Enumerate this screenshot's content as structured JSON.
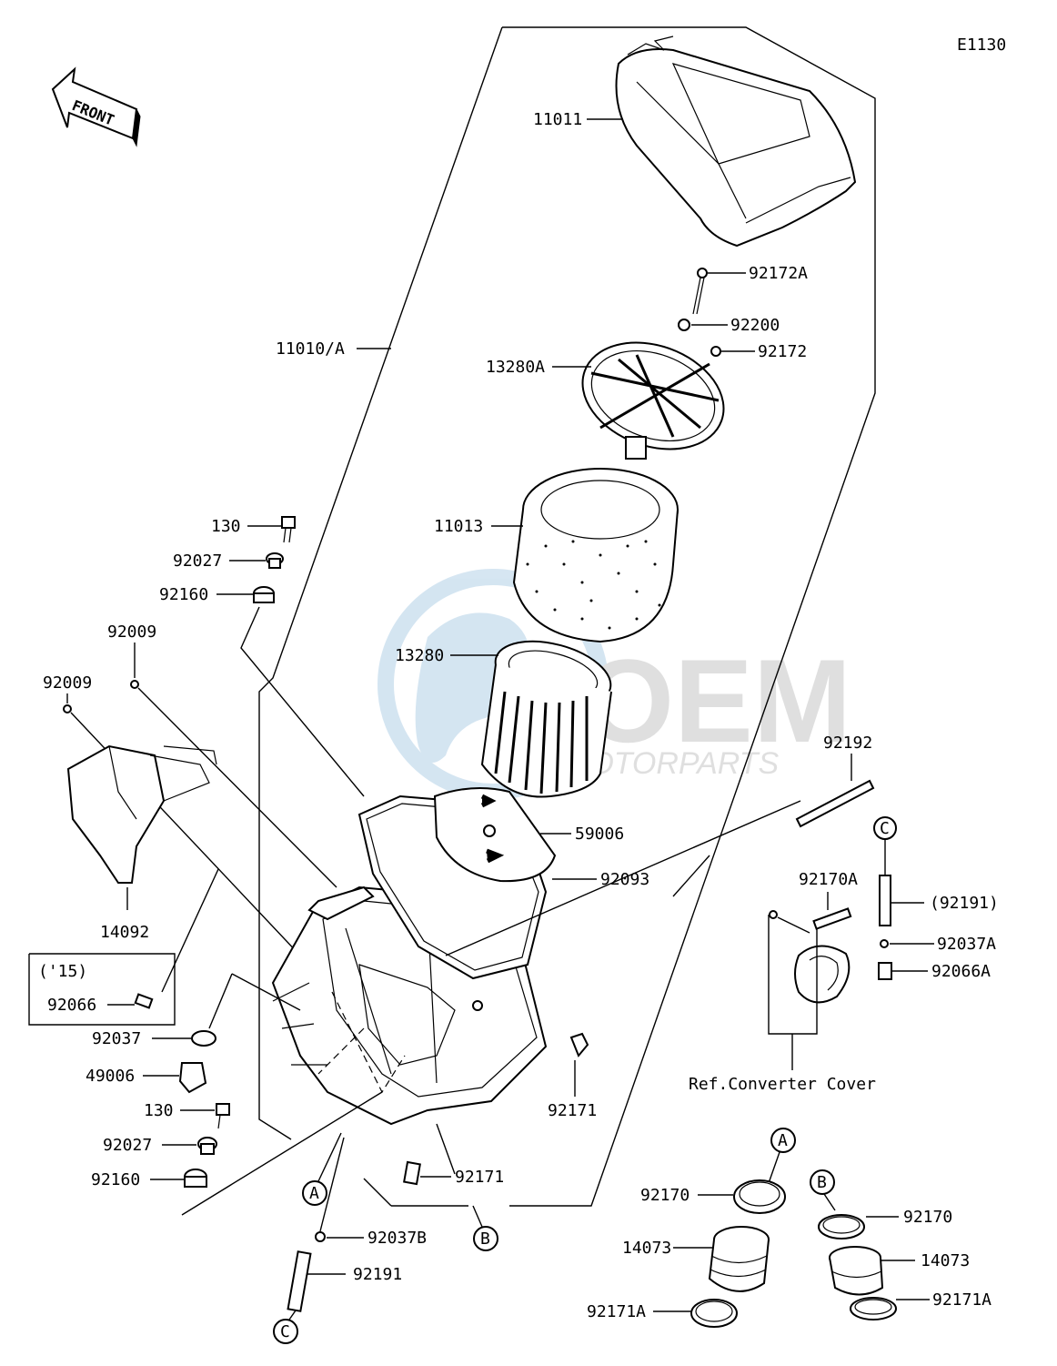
{
  "diagram_code": "E1130",
  "front_label": "FRONT",
  "watermark": {
    "brand": "OEM",
    "sub": "MOTORPARTS",
    "color": "#1a73b8"
  },
  "callouts": {
    "p11011": "11011",
    "p92172A": "92172A",
    "p92200": "92200",
    "p92172": "92172",
    "p11010A": "11010/A",
    "p13280A": "13280A",
    "p11013": "11013",
    "p130_top": "130",
    "p92027_top": "92027",
    "p92160_top": "92160",
    "p92009_a": "92009",
    "p92009_b": "92009",
    "p13280": "13280",
    "p92192": "92192",
    "p59006": "59006",
    "p92093": "92093",
    "p14092": "14092",
    "p92170A": "92170A",
    "p92191_ref": "(92191)",
    "p92037A": "92037A",
    "p92066A": "92066A",
    "p92066": "92066",
    "p92037": "92037",
    "p49006": "49006",
    "p130_bot": "130",
    "p92027_bot": "92027",
    "p92160_bot": "92160",
    "p92171_r": "92171",
    "p92171_b": "92171",
    "p92037B": "92037B",
    "p92191": "92191",
    "p92170_l": "92170",
    "p14073_l": "14073",
    "p92171A_l": "92171A",
    "p92170_r": "92170",
    "p14073_r": "14073",
    "p92171A_r": "92171A"
  },
  "year_note": "('15)",
  "ref_note": "Ref.Converter Cover",
  "markers": {
    "a1": "A",
    "a2": "A",
    "b1": "B",
    "b2": "B",
    "c1": "C",
    "c2": "C"
  }
}
